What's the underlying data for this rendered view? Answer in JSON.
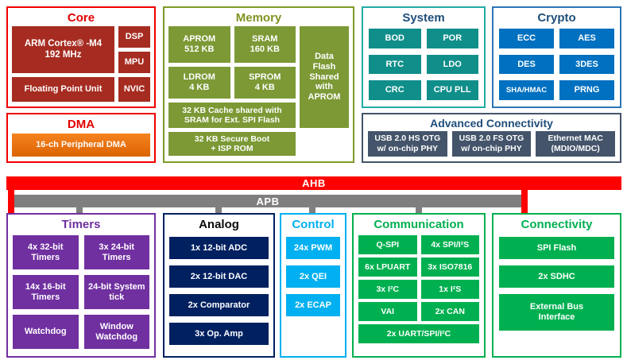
{
  "buses": {
    "ahb": "AHB",
    "apb": "APB"
  },
  "core": {
    "title": "Core",
    "blocks": {
      "cpu": "ARM Cortex® -M4\n192 MHz",
      "dsp": "DSP",
      "mpu": "MPU",
      "fpu": "Floating Point Unit",
      "nvic": "NVIC"
    }
  },
  "dma": {
    "title": "DMA",
    "blocks": {
      "pdma": "16-ch Peripheral DMA"
    }
  },
  "memory": {
    "title": "Memory",
    "blocks": {
      "aprom": "APROM\n512 KB",
      "sram": "SRAM\n160 KB",
      "ldrom": "LDROM\n4 KB",
      "sprom": "SPROM\n4 KB",
      "dataflash": "Data\nFlash\nShared\nwith\nAPROM",
      "cache": "32 KB Cache shared with\nSRAM for Ext. SPI Flash",
      "secureboot": "32 KB Secure Boot\n+ ISP ROM"
    }
  },
  "system": {
    "title": "System",
    "blocks": {
      "bod": "BOD",
      "por": "POR",
      "rtc": "RTC",
      "ldo": "LDO",
      "crc": "CRC",
      "cpupll": "CPU PLL"
    }
  },
  "crypto": {
    "title": "Crypto",
    "blocks": {
      "ecc": "ECC",
      "aes": "AES",
      "des": "DES",
      "tdes": "3DES",
      "sha": "SHA/HMAC",
      "prng": "PRNG"
    }
  },
  "adv_connectivity": {
    "title": "Advanced Connectivity",
    "blocks": {
      "usb_hs": "USB 2.0 HS OTG\nw/ on-chip PHY",
      "usb_fs": "USB 2.0 FS OTG\nw/ on-chip PHY",
      "emac": "Ethernet MAC\n(MDIO/MDC)"
    }
  },
  "timers": {
    "title": "Timers",
    "blocks": {
      "t32": "4x 32-bit\nTimers",
      "t24": "3x 24-bit\nTimers",
      "t16": "14x 16-bit\nTimers",
      "systick": "24-bit System\ntick",
      "wdt": "Watchdog",
      "wwdt": "Window\nWatchdog"
    }
  },
  "analog": {
    "title": "Analog",
    "blocks": {
      "adc": "1x 12-bit ADC",
      "dac": "2x 12-bit DAC",
      "cmp": "2x Comparator",
      "opamp": "3x Op. Amp"
    }
  },
  "control": {
    "title": "Control",
    "blocks": {
      "pwm": "24x PWM",
      "qei": "2x QEI",
      "ecap": "2x ECAP"
    }
  },
  "communication": {
    "title": "Communication",
    "blocks": {
      "qspi": "Q-SPI",
      "spi": "4x SPI/I²S",
      "lpuart": "6x LPUART",
      "iso7816": "3x ISO7816",
      "i2c": "3x I²C",
      "i2s": "1x I²S",
      "vai": "VAI",
      "can": "2x CAN",
      "uart": "2x UART/SPI/I²C"
    }
  },
  "connectivity": {
    "title": "Connectivity",
    "blocks": {
      "spiflash": "SPI Flash",
      "sdhc": "2x SDHC",
      "ebi": "External Bus\nInterface"
    }
  },
  "colors": {
    "core_accent": "#E00000",
    "core_block": "#A62C21",
    "dma_block": "#E8720D",
    "memory_accent": "#7F9422",
    "memory_block": "#7C9935",
    "system_block": "#108E8A",
    "crypto_block": "#0070C0",
    "dark_blue_title": "#1F4E79",
    "adv_conn_block": "#44546A",
    "ahb_bus": "#FE0000",
    "apb_bus": "#7F7F7F",
    "timers_block": "#7030A0",
    "analog_block": "#002060",
    "control_block": "#00B0F0",
    "comm_block": "#00B050"
  }
}
